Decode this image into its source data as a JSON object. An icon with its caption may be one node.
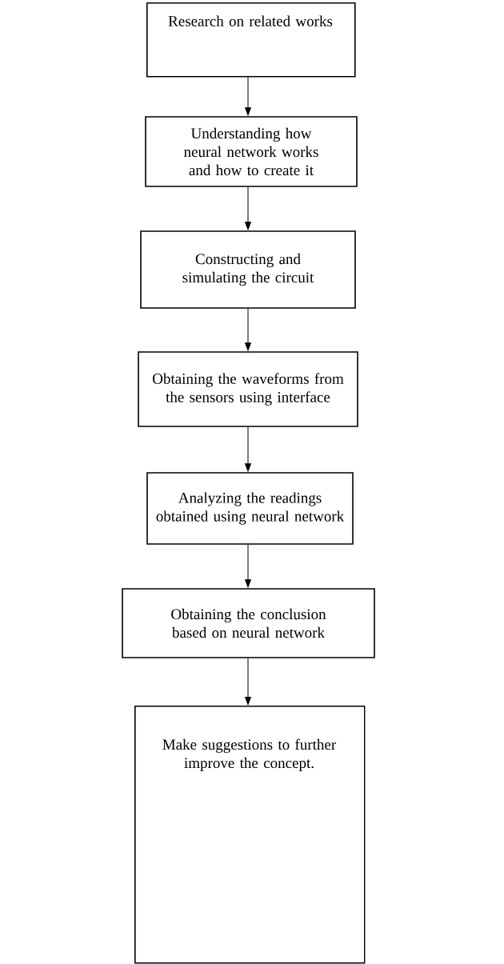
{
  "diagram": {
    "nodes": [
      {
        "text": [
          "Research on related works"
        ]
      },
      {
        "text": [
          "Understanding how neural network works and how to create it"
        ]
      },
      {
        "text": [
          "Constructing and simulating the circuit"
        ]
      },
      {
        "text": [
          "Obtaining the waveforms from the sensors using interface"
        ]
      },
      {
        "text": [
          "Analyzing the readings obtained using neural network"
        ]
      },
      {
        "text": [
          "Obtaining the conclusion based on neural network"
        ]
      },
      {
        "text": [
          "Make suggestions to further improve the concept."
        ]
      }
    ],
    "edges": [
      {
        "from": 0,
        "to": 1,
        "arrow": "to"
      },
      {
        "from": 1,
        "to": 2,
        "arrow": "to"
      },
      {
        "from": 2,
        "to": 3,
        "arrow": "to"
      },
      {
        "from": 3,
        "to": 4,
        "arrow": "to"
      },
      {
        "from": 4,
        "to": 5,
        "arrow": "to"
      },
      {
        "from": 5,
        "to": 6,
        "arrow": "to"
      }
    ]
  }
}
